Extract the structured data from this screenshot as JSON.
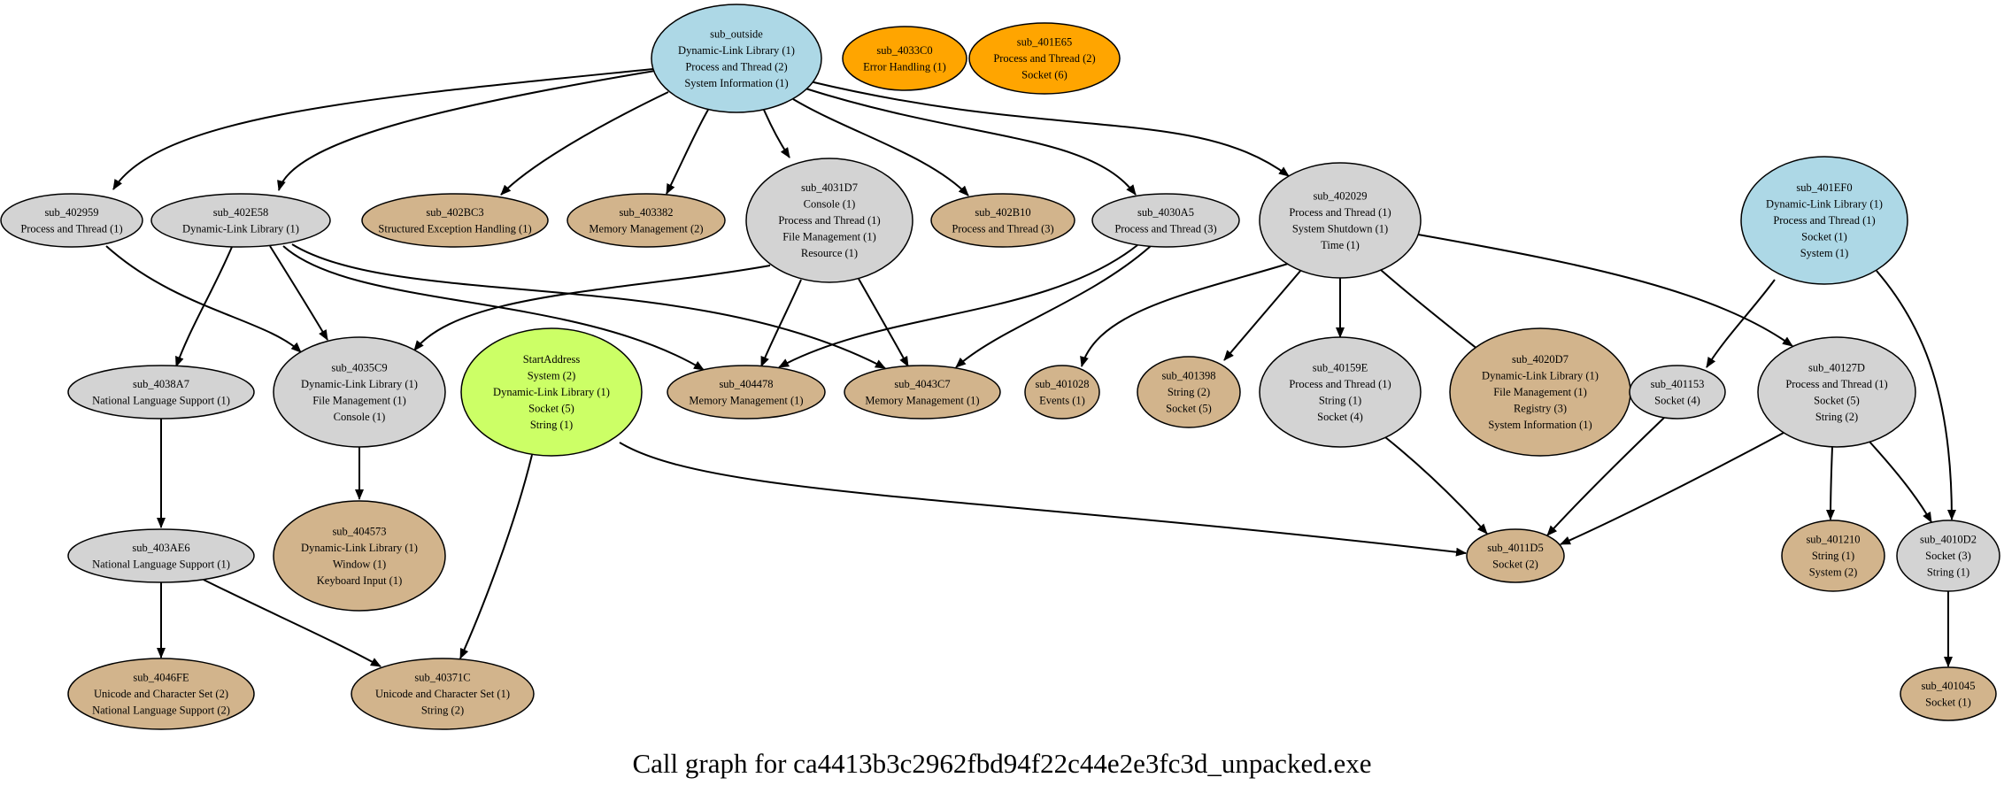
{
  "title": "Call graph for ca4413b3c2962fbd94f22c44e2e3fc3d_unpacked.exe",
  "colors": {
    "entry": "#add8e6",
    "orphan": "#ffa500",
    "internal": "#d3d3d3",
    "leaf": "#d2b48c",
    "start": "#ccff66"
  },
  "nodes": [
    {
      "id": "sub_outside",
      "kind": "entry",
      "lines": [
        "sub_outside",
        "Dynamic-Link Library (1)",
        "Process and Thread (2)",
        "System Information (1)"
      ]
    },
    {
      "id": "sub_4033C0",
      "kind": "orphan",
      "lines": [
        "sub_4033C0",
        "Error Handling (1)"
      ]
    },
    {
      "id": "sub_401E65",
      "kind": "orphan",
      "lines": [
        "sub_401E65",
        "Process and Thread (2)",
        "Socket (6)"
      ]
    },
    {
      "id": "sub_402959",
      "kind": "internal",
      "lines": [
        "sub_402959",
        "Process and Thread (1)"
      ]
    },
    {
      "id": "sub_402E58",
      "kind": "internal",
      "lines": [
        "sub_402E58",
        "Dynamic-Link Library (1)"
      ]
    },
    {
      "id": "sub_402BC3",
      "kind": "leaf",
      "lines": [
        "sub_402BC3",
        "Structured Exception Handling (1)"
      ]
    },
    {
      "id": "sub_403382",
      "kind": "leaf",
      "lines": [
        "sub_403382",
        "Memory Management (2)"
      ]
    },
    {
      "id": "sub_4031D7",
      "kind": "internal",
      "lines": [
        "sub_4031D7",
        "Console (1)",
        "Process and Thread (1)",
        "File Management (1)",
        "Resource (1)"
      ]
    },
    {
      "id": "sub_402B10",
      "kind": "leaf",
      "lines": [
        "sub_402B10",
        "Process and Thread (3)"
      ]
    },
    {
      "id": "sub_4030A5",
      "kind": "internal",
      "lines": [
        "sub_4030A5",
        "Process and Thread (3)"
      ]
    },
    {
      "id": "sub_402029",
      "kind": "internal",
      "lines": [
        "sub_402029",
        "Process and Thread (1)",
        "System Shutdown (1)",
        "Time (1)"
      ]
    },
    {
      "id": "sub_401EF0",
      "kind": "entry",
      "lines": [
        "sub_401EF0",
        "Dynamic-Link Library (1)",
        "Process and Thread (1)",
        "Socket (1)",
        "System (1)"
      ]
    },
    {
      "id": "sub_4038A7",
      "kind": "internal",
      "lines": [
        "sub_4038A7",
        "National Language Support (1)"
      ]
    },
    {
      "id": "sub_4035C9",
      "kind": "internal",
      "lines": [
        "sub_4035C9",
        "Dynamic-Link Library (1)",
        "File Management (1)",
        "Console (1)"
      ]
    },
    {
      "id": "StartAddress",
      "kind": "start",
      "lines": [
        "StartAddress",
        "System (2)",
        "Dynamic-Link Library (1)",
        "Socket (5)",
        "String (1)"
      ]
    },
    {
      "id": "sub_404478",
      "kind": "leaf",
      "lines": [
        "sub_404478",
        "Memory Management (1)"
      ]
    },
    {
      "id": "sub_4043C7",
      "kind": "leaf",
      "lines": [
        "sub_4043C7",
        "Memory Management (1)"
      ]
    },
    {
      "id": "sub_401028",
      "kind": "leaf",
      "lines": [
        "sub_401028",
        "Events (1)"
      ]
    },
    {
      "id": "sub_401398",
      "kind": "leaf",
      "lines": [
        "sub_401398",
        "String (2)",
        "Socket (5)"
      ]
    },
    {
      "id": "sub_40159E",
      "kind": "internal",
      "lines": [
        "sub_40159E",
        "Process and Thread (1)",
        "String (1)",
        "Socket (4)"
      ]
    },
    {
      "id": "sub_4020D7",
      "kind": "leaf",
      "lines": [
        "sub_4020D7",
        "Dynamic-Link Library (1)",
        "File Management (1)",
        "Registry (3)",
        "System Information (1)"
      ]
    },
    {
      "id": "sub_401153",
      "kind": "internal",
      "lines": [
        "sub_401153",
        "Socket (4)"
      ]
    },
    {
      "id": "sub_40127D",
      "kind": "internal",
      "lines": [
        "sub_40127D",
        "Process and Thread (1)",
        "Socket (5)",
        "String (2)"
      ]
    },
    {
      "id": "sub_403AE6",
      "kind": "internal",
      "lines": [
        "sub_403AE6",
        "National Language Support (1)"
      ]
    },
    {
      "id": "sub_404573",
      "kind": "leaf",
      "lines": [
        "sub_404573",
        "Dynamic-Link Library (1)",
        "Window (1)",
        "Keyboard Input (1)"
      ]
    },
    {
      "id": "sub_4011D5",
      "kind": "leaf",
      "lines": [
        "sub_4011D5",
        "Socket (2)"
      ]
    },
    {
      "id": "sub_401210",
      "kind": "leaf",
      "lines": [
        "sub_401210",
        "String (1)",
        "System (2)"
      ]
    },
    {
      "id": "sub_4010D2",
      "kind": "internal",
      "lines": [
        "sub_4010D2",
        "Socket (3)",
        "String (1)"
      ]
    },
    {
      "id": "sub_4046FE",
      "kind": "leaf",
      "lines": [
        "sub_4046FE",
        "Unicode and Character Set (2)",
        "National Language Support (2)"
      ]
    },
    {
      "id": "sub_40371C",
      "kind": "leaf",
      "lines": [
        "sub_40371C",
        "Unicode and Character Set (1)",
        "String (2)"
      ]
    },
    {
      "id": "sub_401045",
      "kind": "leaf",
      "lines": [
        "sub_401045",
        "Socket (1)"
      ]
    }
  ],
  "edges": [
    {
      "from": "sub_outside",
      "to": "sub_402959"
    },
    {
      "from": "sub_outside",
      "to": "sub_402E58"
    },
    {
      "from": "sub_outside",
      "to": "sub_402BC3"
    },
    {
      "from": "sub_outside",
      "to": "sub_403382"
    },
    {
      "from": "sub_outside",
      "to": "sub_4031D7"
    },
    {
      "from": "sub_outside",
      "to": "sub_402B10"
    },
    {
      "from": "sub_outside",
      "to": "sub_4030A5"
    },
    {
      "from": "sub_outside",
      "to": "sub_402029"
    },
    {
      "from": "sub_402959",
      "to": "sub_4035C9"
    },
    {
      "from": "sub_402E58",
      "to": "sub_4038A7"
    },
    {
      "from": "sub_402E58",
      "to": "sub_4035C9"
    },
    {
      "from": "sub_402E58",
      "to": "sub_404478"
    },
    {
      "from": "sub_402E58",
      "to": "sub_4043C7"
    },
    {
      "from": "sub_4031D7",
      "to": "sub_4035C9"
    },
    {
      "from": "sub_4031D7",
      "to": "sub_404478"
    },
    {
      "from": "sub_4031D7",
      "to": "sub_4043C7"
    },
    {
      "from": "sub_4030A5",
      "to": "sub_404478"
    },
    {
      "from": "sub_4030A5",
      "to": "sub_4043C7"
    },
    {
      "from": "sub_402029",
      "to": "sub_401028"
    },
    {
      "from": "sub_402029",
      "to": "sub_401398"
    },
    {
      "from": "sub_402029",
      "to": "sub_40159E"
    },
    {
      "from": "sub_402029",
      "to": "sub_4020D7"
    },
    {
      "from": "sub_402029",
      "to": "sub_40127D"
    },
    {
      "from": "sub_401EF0",
      "to": "sub_401153"
    },
    {
      "from": "sub_401EF0",
      "to": "sub_4010D2"
    },
    {
      "from": "sub_4038A7",
      "to": "sub_403AE6"
    },
    {
      "from": "sub_4035C9",
      "to": "sub_404573"
    },
    {
      "from": "StartAddress",
      "to": "sub_40371C"
    },
    {
      "from": "StartAddress",
      "to": "sub_4011D5"
    },
    {
      "from": "sub_40159E",
      "to": "sub_4011D5"
    },
    {
      "from": "sub_401153",
      "to": "sub_4011D5"
    },
    {
      "from": "sub_40127D",
      "to": "sub_4011D5"
    },
    {
      "from": "sub_40127D",
      "to": "sub_401210"
    },
    {
      "from": "sub_40127D",
      "to": "sub_4010D2"
    },
    {
      "from": "sub_403AE6",
      "to": "sub_4046FE"
    },
    {
      "from": "sub_403AE6",
      "to": "sub_40371C"
    },
    {
      "from": "sub_4010D2",
      "to": "sub_401045"
    }
  ]
}
